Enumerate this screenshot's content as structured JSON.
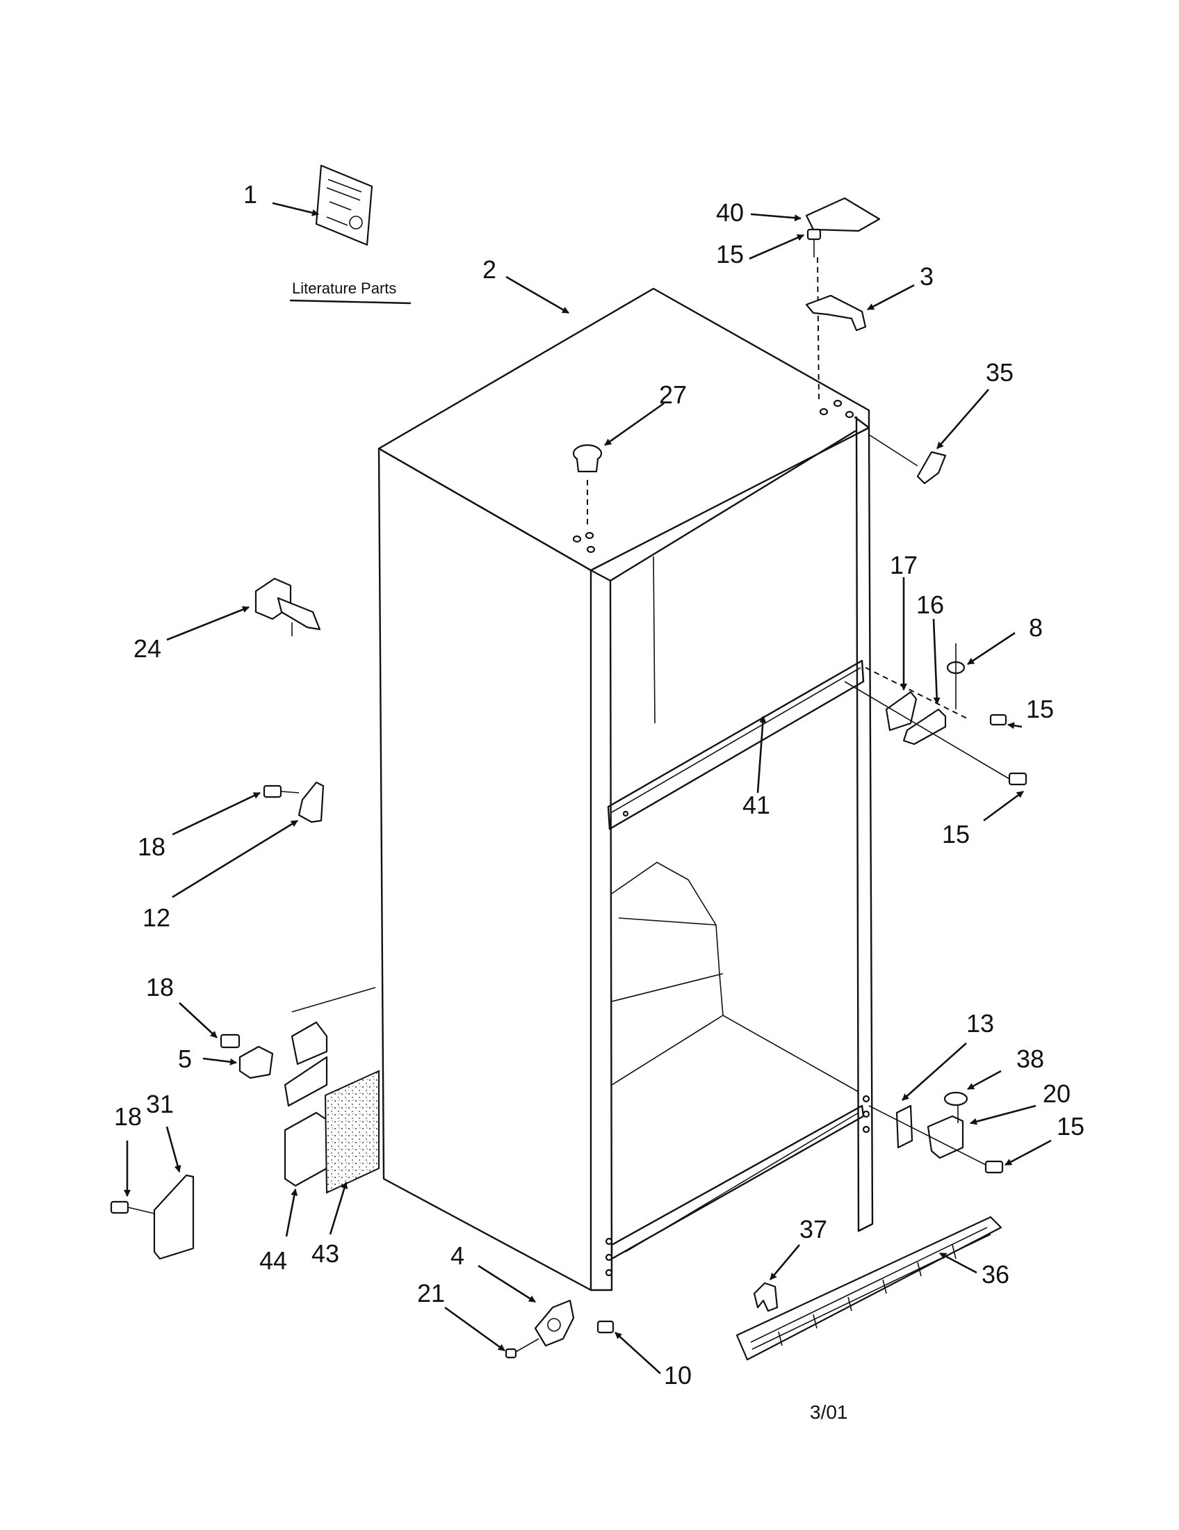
{
  "literature_label": "Literature Parts",
  "date_code": "3/01",
  "callouts": {
    "c1": "1",
    "c2": "2",
    "c3": "3",
    "c4": "4",
    "c5": "5",
    "c8": "8",
    "c10": "10",
    "c12": "12",
    "c13": "13",
    "c15a": "15",
    "c15b": "15",
    "c15c": "15",
    "c15d": "15",
    "c16": "16",
    "c17": "17",
    "c18a": "18",
    "c18b": "18",
    "c18c": "18",
    "c20": "20",
    "c21": "21",
    "c24": "24",
    "c27": "27",
    "c31": "31",
    "c35": "35",
    "c36": "36",
    "c37": "37",
    "c38": "38",
    "c40": "40",
    "c41": "41",
    "c43": "43",
    "c44": "44"
  }
}
